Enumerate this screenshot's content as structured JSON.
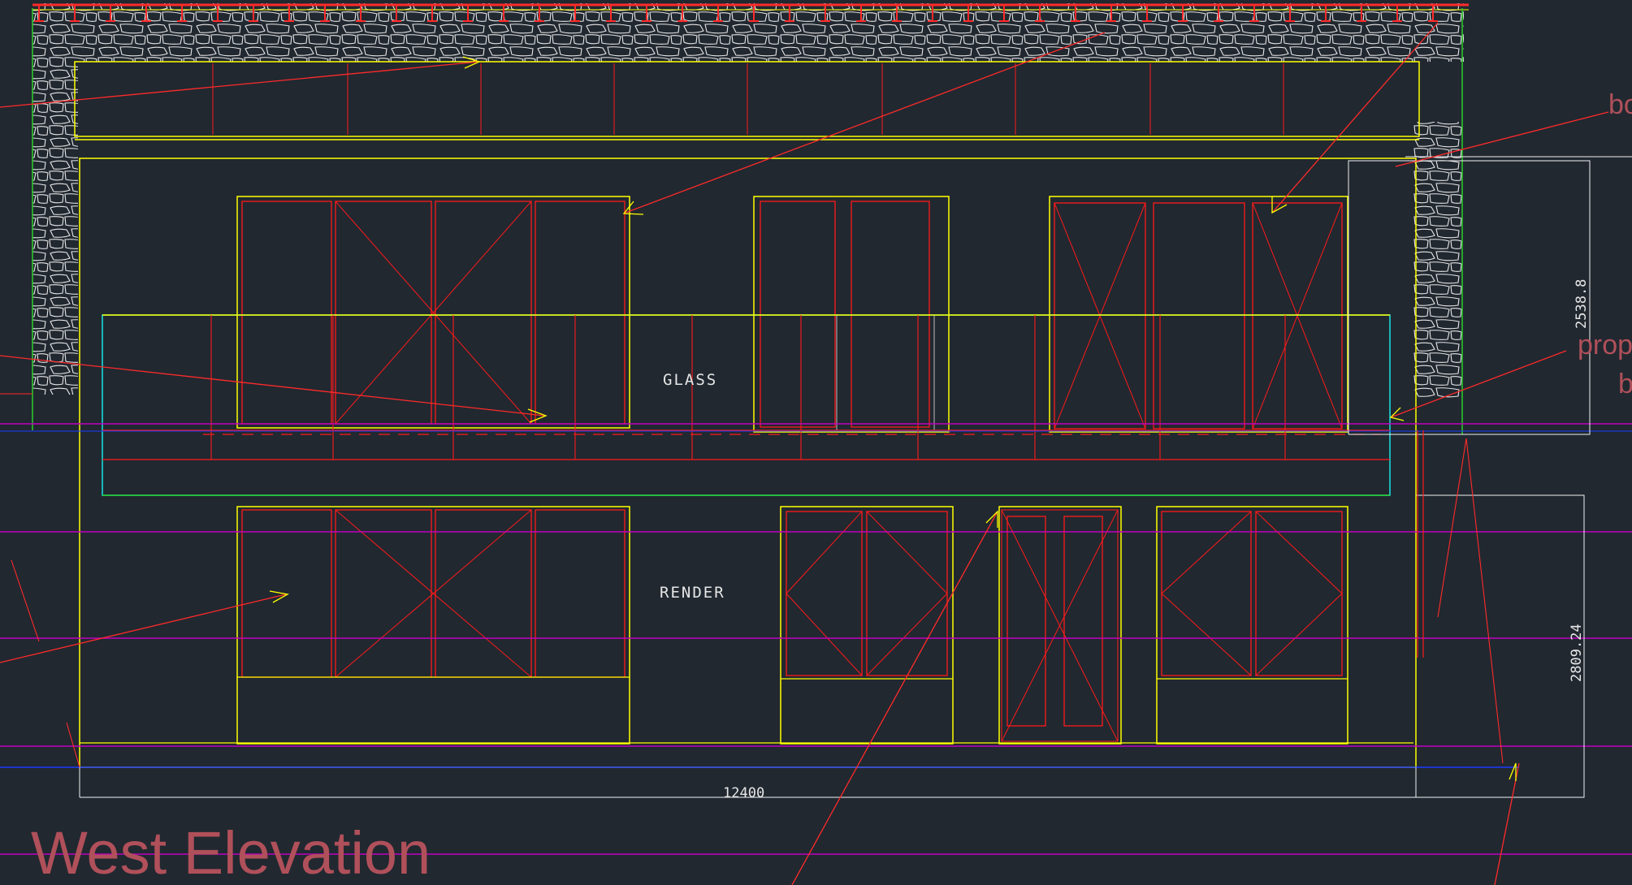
{
  "drawing": {
    "title": "West Elevation",
    "material_labels": {
      "upper": "GLASS",
      "lower": "RENDER"
    },
    "dimensions": {
      "overall_width": "12400",
      "upper_height": "2538.8",
      "lower_height": "2809.24"
    },
    "annotations": {
      "top_right": "bo",
      "middle_right_1": "prop",
      "middle_right_2": "b"
    }
  },
  "colors": {
    "background": "#212830",
    "outline": "#ffff00",
    "frames": "#ff1a1a",
    "arrows": "#ff2a2a",
    "dimension_lines": "#f2f2f2",
    "level_lines": "#c000c0",
    "ground_line": "#1a3aff",
    "balcony": "#19e6e6",
    "stone": "#ffffff",
    "title": "#b0505a"
  }
}
